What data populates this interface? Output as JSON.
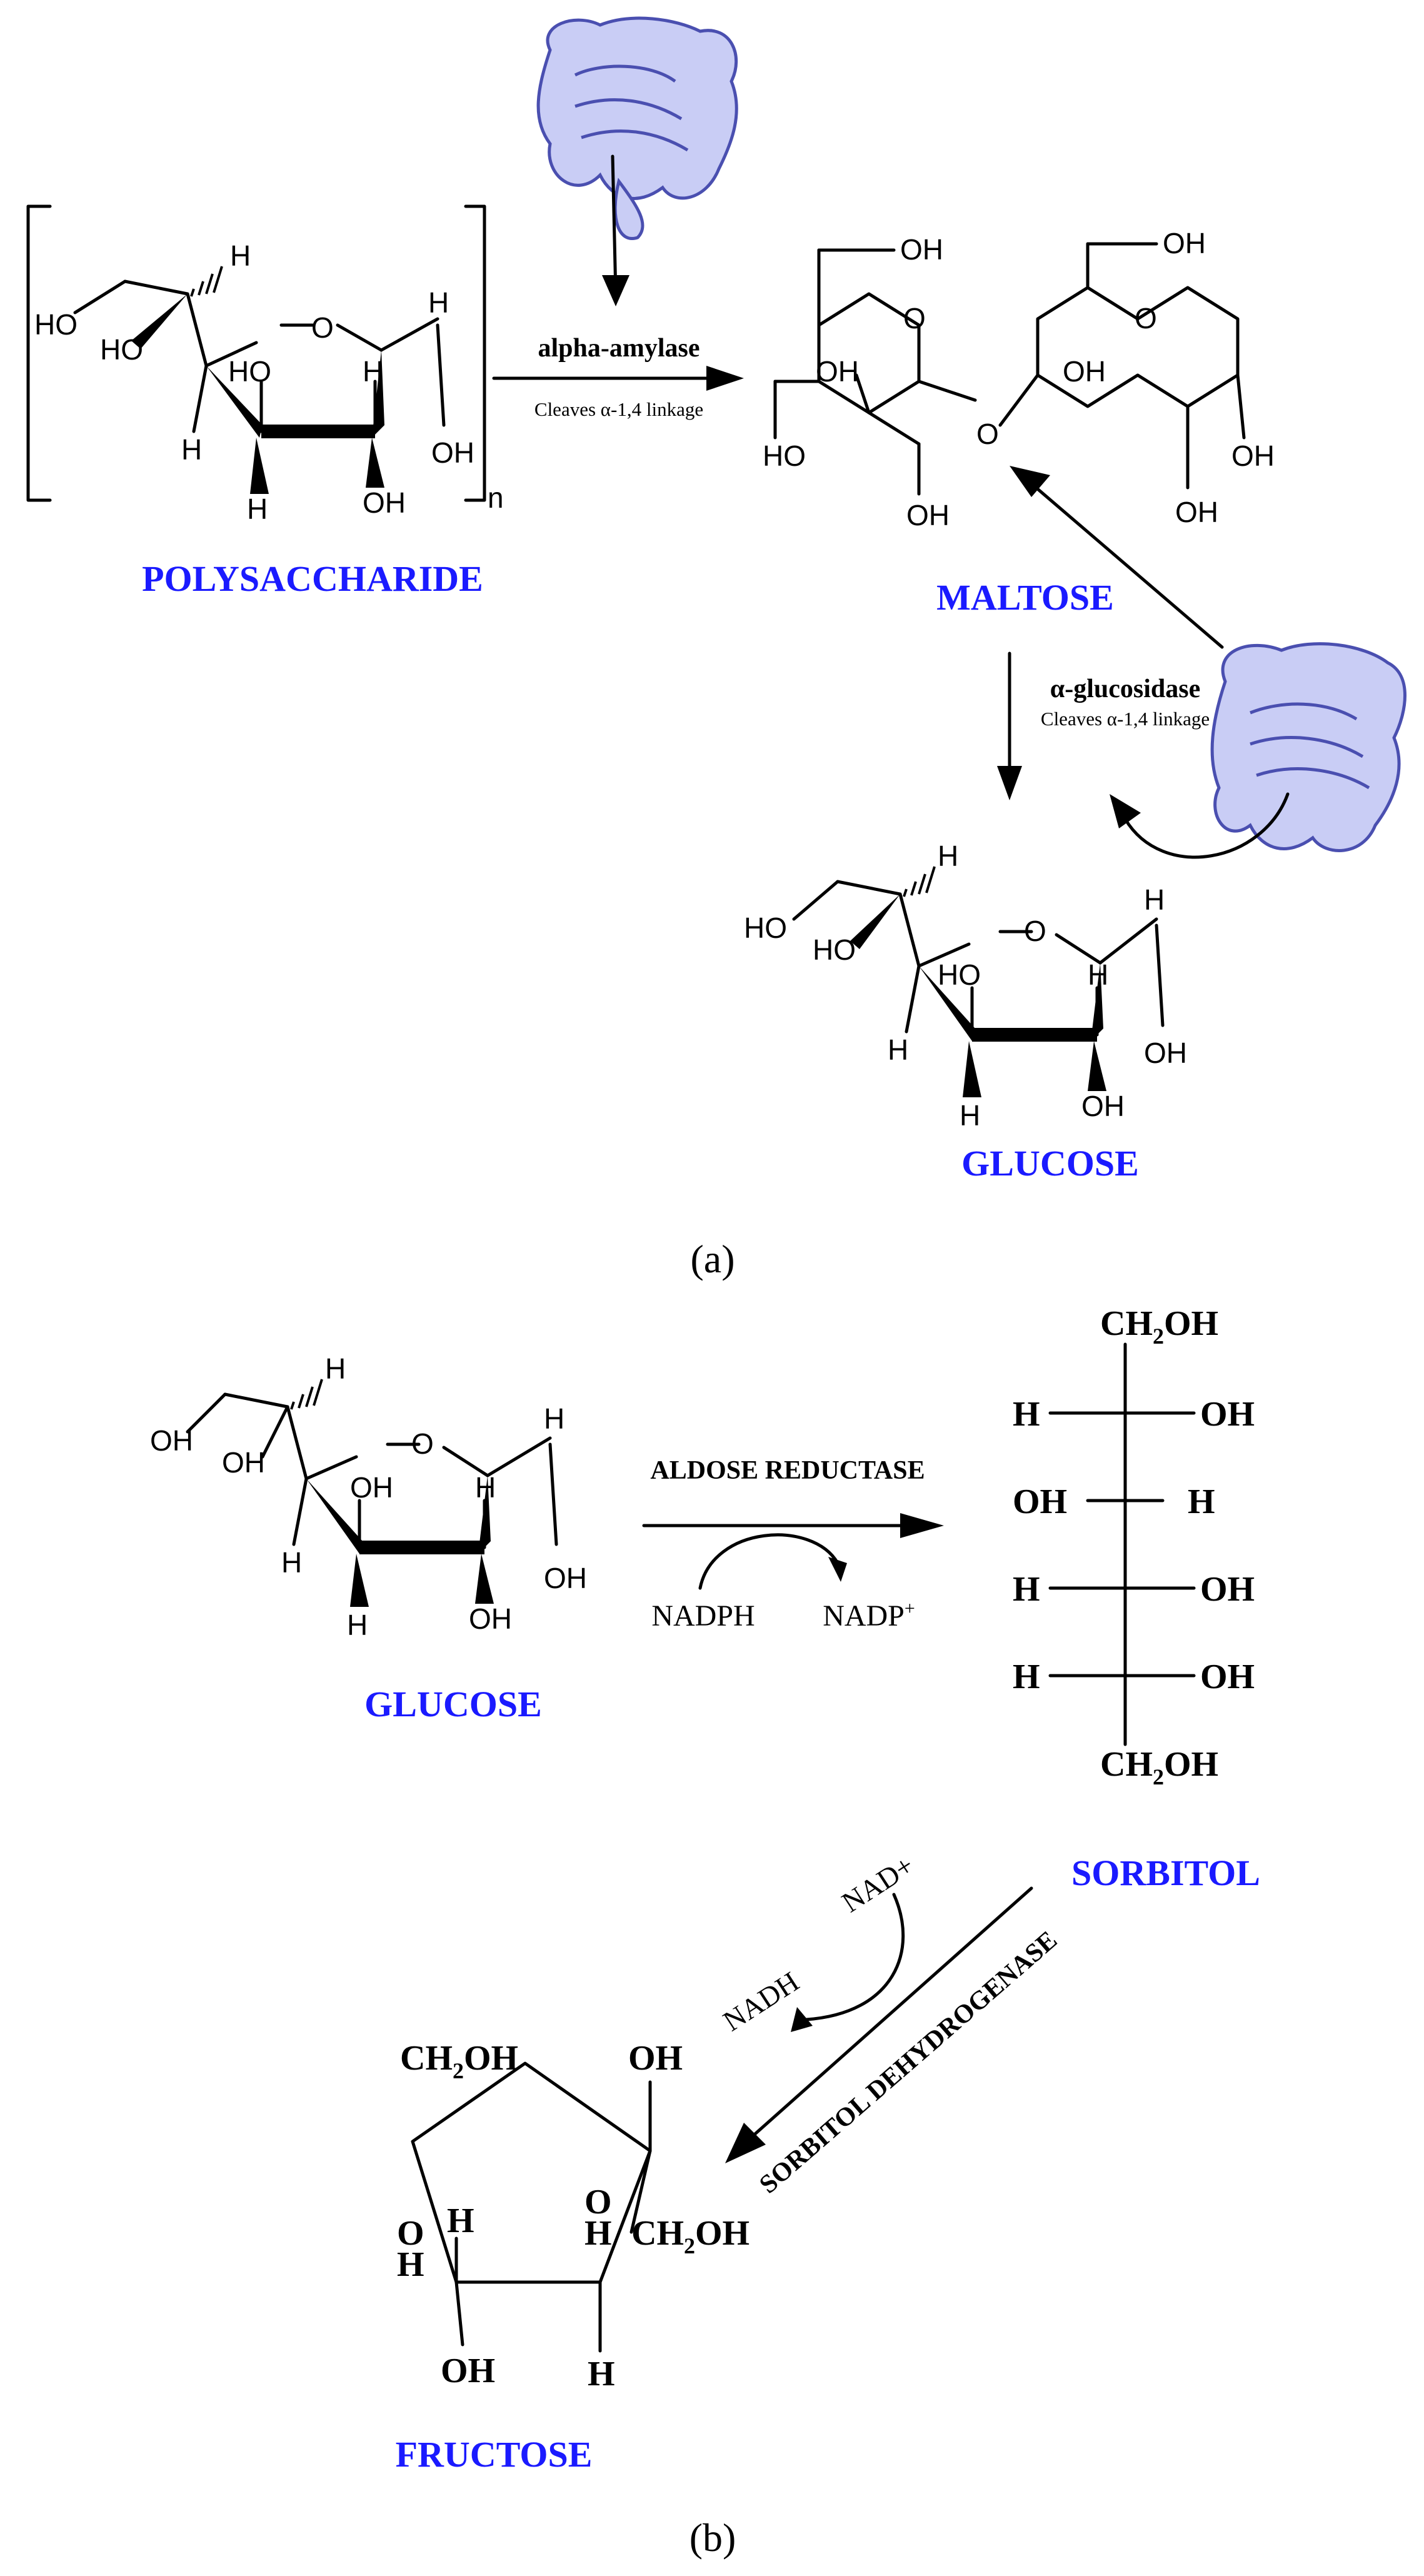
{
  "panel_a": {
    "panel_label": "(a)",
    "polysaccharide": {
      "name": "POLYSACCHARIDE",
      "subscript": "n"
    },
    "amylase": {
      "enzyme": "alpha-amylase",
      "note": "Cleaves α-1,4 linkage"
    },
    "maltose": {
      "name": "MALTOSE"
    },
    "glucosidase": {
      "enzyme": "α-glucosidase",
      "note": "Cleaves α-1,4 linkage"
    },
    "glucose": {
      "name": "GLUCOSE"
    },
    "atoms": {
      "oh": "OH",
      "ho": "HO",
      "h": "H",
      "o": "O"
    }
  },
  "panel_b": {
    "panel_label": "(b)",
    "glucose": {
      "name": "GLUCOSE"
    },
    "aldose_reductase": {
      "enzyme": "ALDOSE REDUCTASE",
      "cofactor_in": "NADPH",
      "cofactor_out": "NADP",
      "cofactor_out_sup": "+"
    },
    "sorbitol": {
      "name": "SORBITOL",
      "top": "CH",
      "top_sub": "2",
      "top_end": "OH",
      "rows": [
        {
          "left": "H",
          "right": "OH"
        },
        {
          "left": "OH",
          "right": "H"
        },
        {
          "left": "H",
          "right": "OH"
        },
        {
          "left": "H",
          "right": "OH"
        }
      ],
      "bottom": "CH",
      "bottom_sub": "2",
      "bottom_end": "OH"
    },
    "sorbitol_dehydrogenase": {
      "enzyme": "SORBITOL DEHYDROGENASE",
      "cofactor_in": "NAD+",
      "cofactor_out": "NADH"
    },
    "fructose": {
      "name": "FRUCTOSE",
      "ch2oh_top": "CH",
      "ch2oh_top_sub": "2",
      "ch2oh_top_end": "OH",
      "oh_top_right": "OH",
      "ch2oh_right": "CH",
      "ch2oh_right_sub": "2",
      "ch2oh_right_end": "OH"
    }
  }
}
